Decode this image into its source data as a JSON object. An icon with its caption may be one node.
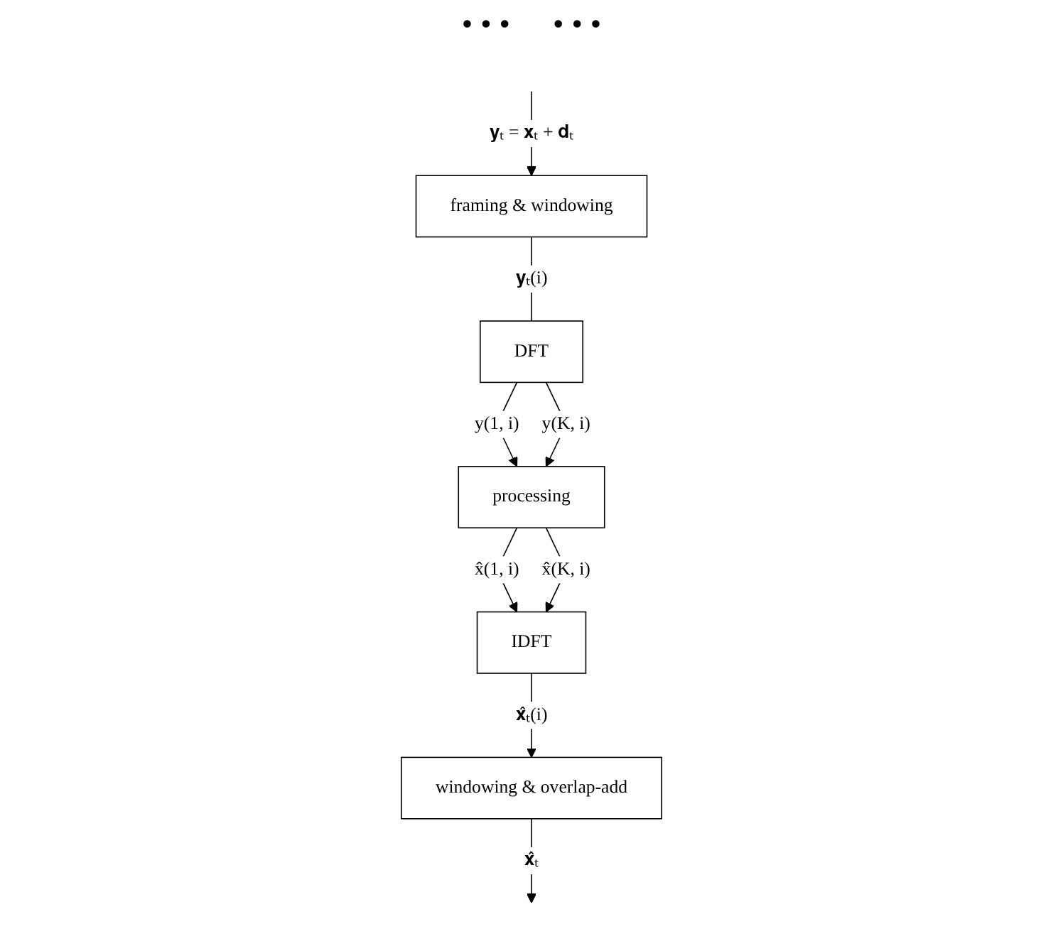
{
  "diagram": {
    "nodes": [
      {
        "text": [
          "framing & windowing"
        ]
      },
      {
        "text": [
          "DFT"
        ]
      },
      {
        "text": [
          "processing"
        ]
      },
      {
        "text": [
          "IDFT"
        ]
      },
      {
        "text": [
          "windowing & overlap-add"
        ]
      }
    ],
    "edges": [
      {
        "from": null,
        "to": 0,
        "arrow": "to",
        "label": "𝐲ₜ = 𝐱ₜ + 𝐝ₜ"
      },
      {
        "from": 0,
        "to": 1,
        "arrow": "none",
        "label": "𝐲ₜ(i)"
      },
      {
        "from": 1,
        "to": 2,
        "arrow": "to",
        "label": "y(1, i)"
      },
      {
        "from": 1,
        "to": 2,
        "arrow": "to",
        "label": "y(K, i)"
      },
      {
        "from": 2,
        "to": 3,
        "arrow": "to",
        "label": "x̂(1, i)"
      },
      {
        "from": 2,
        "to": 3,
        "arrow": "to",
        "label": "x̂(K, i)"
      },
      {
        "from": 3,
        "to": 4,
        "arrow": "to",
        "label": "𝐱̂ₜ(i)"
      },
      {
        "from": 4,
        "to": null,
        "arrow": "to",
        "label": "𝐱̂ₜ"
      }
    ],
    "labels": [
      "• • •",
      "• • •"
    ]
  }
}
